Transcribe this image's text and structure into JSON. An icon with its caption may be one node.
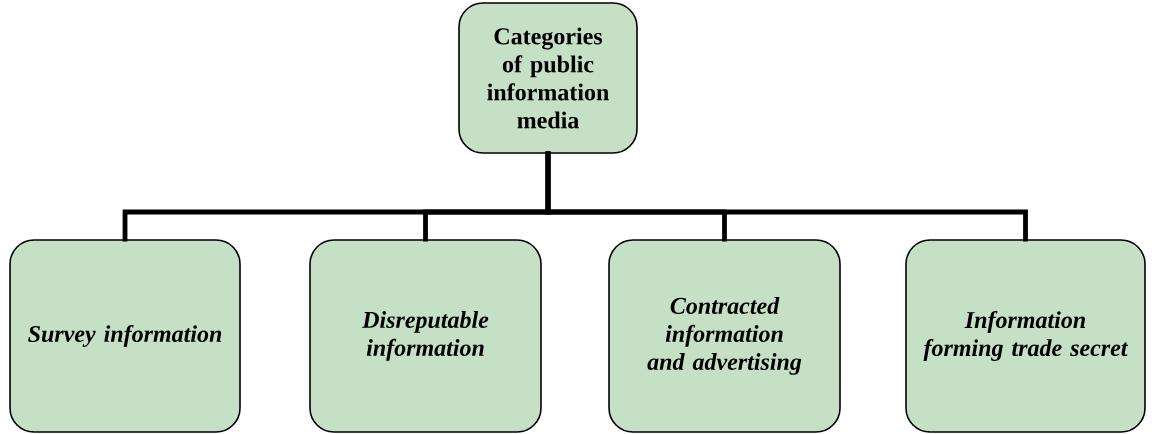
{
  "diagram": {
    "nodes": [
      {
        "text": [
          "Categories of public information media"
        ]
      },
      {
        "text": [
          "Survey information"
        ]
      },
      {
        "text": [
          "Disreputable information"
        ]
      },
      {
        "text": [
          "Contracted information and advertising"
        ]
      },
      {
        "text": [
          "Information forming trade secret"
        ]
      }
    ],
    "edges": [
      {
        "from": 0,
        "to": 1,
        "arrow": "none"
      },
      {
        "from": 0,
        "to": 2,
        "arrow": "none"
      },
      {
        "from": 0,
        "to": 3,
        "arrow": "none"
      },
      {
        "from": 0,
        "to": 4,
        "arrow": "none"
      }
    ]
  }
}
